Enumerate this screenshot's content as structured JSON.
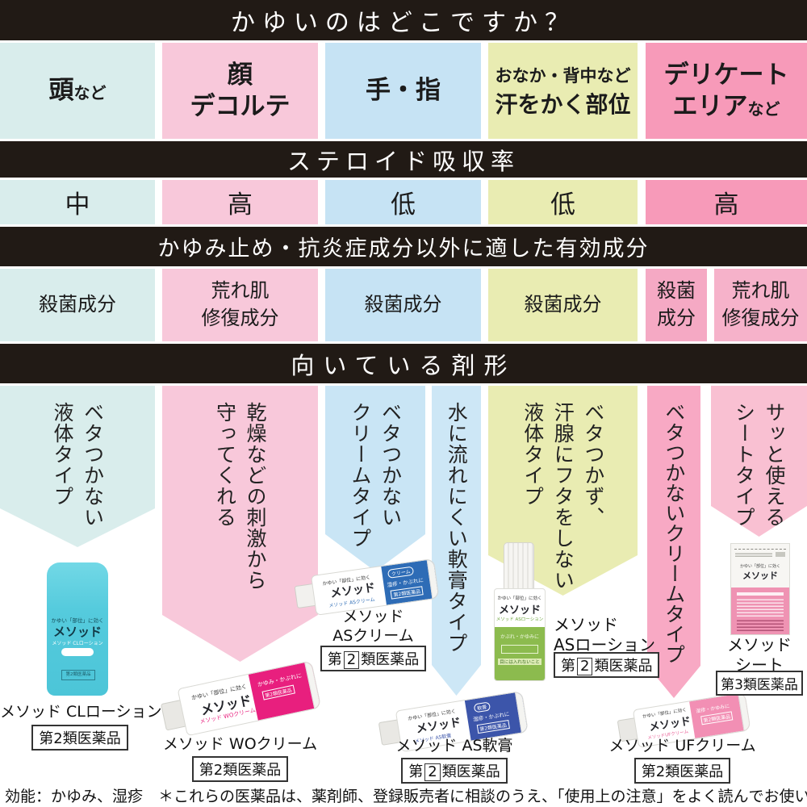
{
  "banner_question": "かゆいのはどこですか？",
  "columns": [
    {
      "label_main": "頭",
      "label_small": "など",
      "color": "#d9edec"
    },
    {
      "label_line1": "顔",
      "label_line2": "デコルテ",
      "color": "#f8c8da"
    },
    {
      "label_main": "手・指",
      "color": "#c6e3f4"
    },
    {
      "label_line1": "おなか・背中など",
      "label_line2": "汗をかく部位",
      "color": "#e9ecb2"
    },
    {
      "label_line1": "デリケート",
      "label_line2": "エリア",
      "label_small": "など",
      "color": "#f79ab9"
    }
  ],
  "steroid_section": {
    "banner": "ステロイド吸収率",
    "rates": [
      "中",
      "高",
      "低",
      "低",
      "高"
    ]
  },
  "ingredient_section": {
    "banner": "かゆみ止め・抗炎症成分以外に適した有効成分",
    "cells": [
      "殺菌成分",
      "荒れ肌\n修復成分",
      "殺菌成分",
      "殺菌成分",
      "殺菌\n成分",
      "荒れ肌\n修復成分"
    ]
  },
  "form_section": {
    "banner": "向いている剤形",
    "arrows": [
      {
        "text": "ベタつかない\n液体タイプ"
      },
      {
        "text": "乾燥などの刺激から\n守ってくれる"
      },
      {
        "text": "ベタつかない\nクリームタイプ"
      },
      {
        "text": "水に流れにくい軟膏タイプ"
      },
      {
        "text": "ベタつかず、\n汗腺にフタをしない\n液体タイプ"
      },
      {
        "text": "ベタつかないクリームタイプ"
      },
      {
        "text": "サッと使える\nシートタイプ"
      }
    ]
  },
  "products": [
    {
      "name": "メソッド CLローション",
      "class_pre": "第",
      "class_num": "2",
      "class_post": "類医薬品",
      "class_num_boxed": false,
      "tagline": "かゆい「部位」に効く",
      "brand": "メソッド",
      "sub": "メソッド CLローション",
      "mini_box": "第2類医薬品",
      "accent": "#55cbdd"
    },
    {
      "name": "メソッド WOクリーム",
      "class_pre": "第",
      "class_num": "2",
      "class_post": "類医薬品",
      "class_num_boxed": false,
      "tagline": "かゆい「部位」に効く",
      "brand": "メソッド",
      "sub": "メソッド WOクリーム",
      "panel_text": "かゆみ・かぶれに",
      "panel_box": "第2類医薬品",
      "accent": "#e81f7e"
    },
    {
      "name_line1": "メソッド",
      "name_line2": "ASクリーム",
      "class_pre": "第",
      "class_num": "2",
      "class_post": "類医薬品",
      "class_num_boxed": true,
      "tagline": "かゆい「部位」に効く",
      "brand": "メソッド",
      "sub": "メソッド ASクリーム",
      "panel_badge": "クリーム",
      "panel_text": "湿疹・かぶれに",
      "panel_box": "第2類医薬品",
      "accent": "#2e6cb6"
    },
    {
      "name": "メソッド AS軟膏",
      "class_pre": "第",
      "class_num": "2",
      "class_post": "類医薬品",
      "class_num_boxed": true,
      "tagline": "かゆい「部位」に効く",
      "brand": "メソッド",
      "sub": "メソッド AS軟膏",
      "panel_badge": "軟膏",
      "panel_text": "湿疹・かぶれに",
      "panel_box": "第2類医薬品",
      "accent": "#3c55aa"
    },
    {
      "name_line1": "メソッド",
      "name_line2": "ASローション",
      "class_pre": "第",
      "class_num": "2",
      "class_post": "類医薬品",
      "class_num_boxed": true,
      "tagline": "かゆい「部位」に効く",
      "brand": "メソッド",
      "sub": "メソッド ASローション",
      "band_line1": "かぶれ・かゆみに",
      "band_line2": "目には入れないこと",
      "accent": "#8cbb4e"
    },
    {
      "name": "メソッド UFクリーム",
      "class_pre": "第",
      "class_num": "2",
      "class_post": "類医薬品",
      "class_num_boxed": false,
      "tagline": "かゆい「部位」に効く",
      "brand": "メソッド",
      "sub": "メソッドUFクリーム",
      "panel_text": "湿疹・かゆみに",
      "panel_box": "第2類医薬品",
      "accent": "#f28fb4"
    },
    {
      "name_line1": "メソッド",
      "name_line2": "シート",
      "class_pre": "第",
      "class_num": "3",
      "class_post": "類医薬品",
      "class_num_boxed": false,
      "tagline": "かゆい「部位」に効く",
      "brand": "メソッド",
      "accent": "#ef93b3"
    }
  ],
  "footer": "効能：かゆみ、湿疹　＊これらの医薬品は、薬剤師、登録販売者に相談のうえ、「使用上の注意」をよく読んでお使い下さい。"
}
